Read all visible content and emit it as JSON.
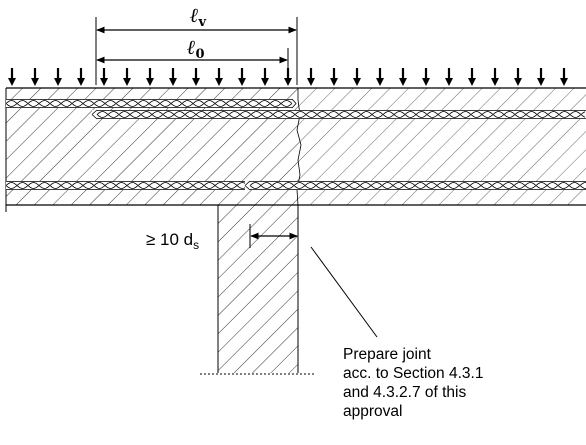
{
  "dimensions": {
    "lv": {
      "symbol": "ℓ",
      "subscript": "v"
    },
    "l0": {
      "symbol": "ℓ",
      "subscript": "0"
    }
  },
  "min_distance": {
    "prefix": "≥ 10 d",
    "subscript": "s"
  },
  "note": {
    "lines": [
      "Prepare joint",
      "acc. to Section 4.3.1",
      "and 4.3.2.7 of this",
      "approval"
    ]
  },
  "load_arrow_count": 25
}
